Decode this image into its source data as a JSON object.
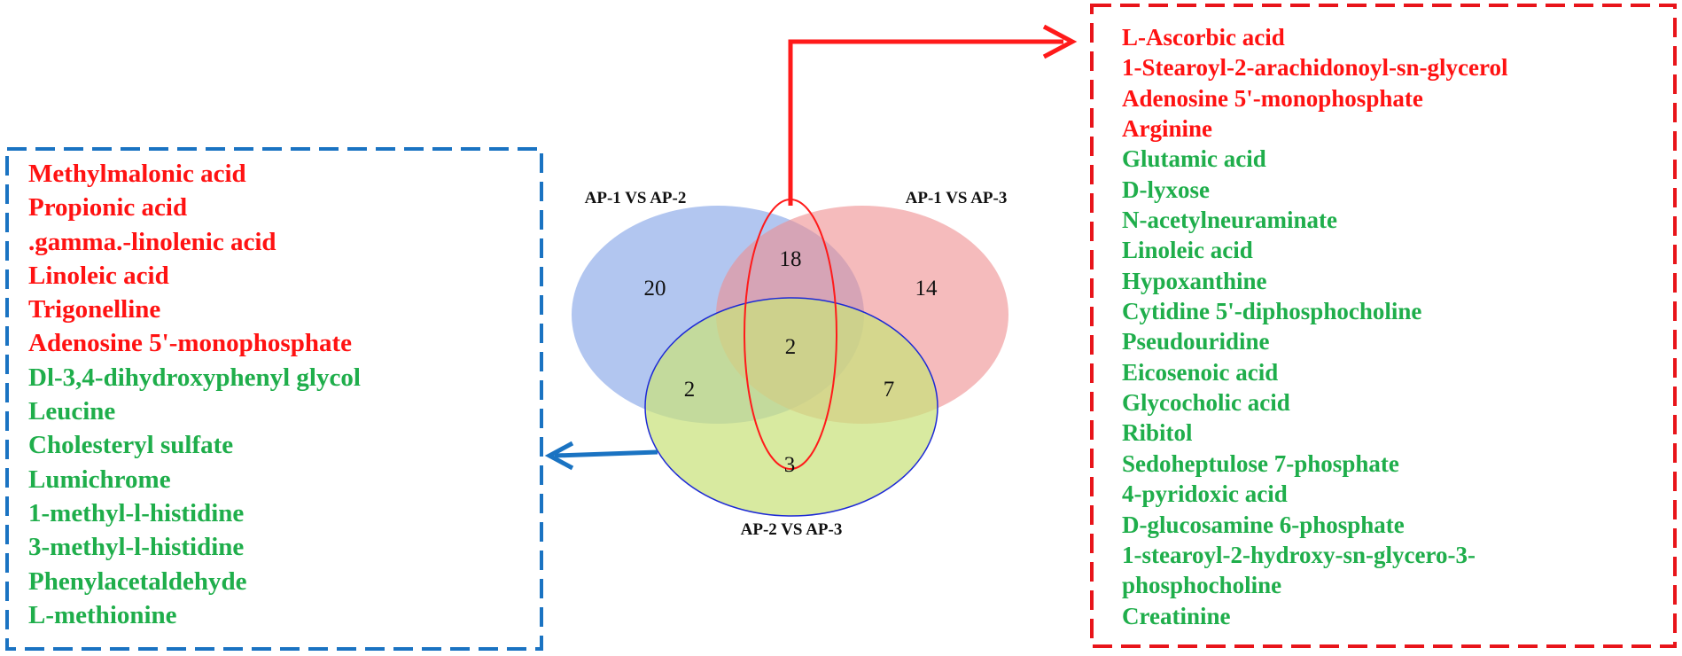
{
  "venn": {
    "sets": [
      {
        "label": "AP-1 VS AP-2",
        "color": "#7ea0e6"
      },
      {
        "label": "AP-1 VS AP-3",
        "color": "#ee8d8f"
      },
      {
        "label": "AP-2 VS AP-3",
        "color": "#c9e27c",
        "outline": "#1d2ad6"
      }
    ],
    "regions": {
      "ap1ap2_only": "20",
      "ap1ap3_only": "14",
      "ap2ap3_only": "3",
      "ap1ap2_and_ap1ap3": "18",
      "all_three": "2",
      "ap1ap2_and_ap2ap3": "2",
      "ap1ap3_and_ap2ap3": "7"
    },
    "highlight_color": "#ff1a1a"
  },
  "left_box": {
    "border_color": "#1a73c2",
    "items": [
      {
        "text": "Methylmalonic acid",
        "color": "red"
      },
      {
        "text": "Propionic acid",
        "color": "red"
      },
      {
        "text": ".gamma.-linolenic acid",
        "color": "red"
      },
      {
        "text": "Linoleic acid",
        "color": "red"
      },
      {
        "text": "Trigonelline",
        "color": "red"
      },
      {
        "text": "Adenosine 5'-monophosphate",
        "color": "red"
      },
      {
        "text": "Dl-3,4-dihydroxyphenyl glycol",
        "color": "green"
      },
      {
        "text": "Leucine",
        "color": "green"
      },
      {
        "text": "Cholesteryl sulfate",
        "color": "green"
      },
      {
        "text": "Lumichrome",
        "color": "green"
      },
      {
        "text": "1-methyl-l-histidine",
        "color": "green"
      },
      {
        "text": "3-methyl-l-histidine",
        "color": "green"
      },
      {
        "text": "Phenylacetaldehyde",
        "color": "green"
      },
      {
        "text": "L-methionine",
        "color": "green"
      }
    ]
  },
  "right_box": {
    "border_color": "#e8141a",
    "items": [
      {
        "text": "L-Ascorbic acid",
        "color": "red"
      },
      {
        "text": "1-Stearoyl-2-arachidonoyl-sn-glycerol",
        "color": "red"
      },
      {
        "text": "Adenosine 5'-monophosphate",
        "color": "red"
      },
      {
        "text": "Arginine",
        "color": "red"
      },
      {
        "text": "Glutamic acid",
        "color": "green"
      },
      {
        "text": "D-lyxose",
        "color": "green"
      },
      {
        "text": "N-acetylneuraminate",
        "color": "green"
      },
      {
        "text": "Linoleic acid",
        "color": "green"
      },
      {
        "text": "Hypoxanthine",
        "color": "green"
      },
      {
        "text": "Cytidine 5'-diphosphocholine",
        "color": "green"
      },
      {
        "text": "Pseudouridine",
        "color": "green"
      },
      {
        "text": "Eicosenoic acid",
        "color": "green"
      },
      {
        "text": "Glycocholic acid",
        "color": "green"
      },
      {
        "text": "Ribitol",
        "color": "green"
      },
      {
        "text": "Sedoheptulose 7-phosphate",
        "color": "green"
      },
      {
        "text": "4-pyridoxic acid",
        "color": "green"
      },
      {
        "text": "D-glucosamine 6-phosphate",
        "color": "green"
      },
      {
        "text": "1-stearoyl-2-hydroxy-sn-glycero-3-",
        "color": "green"
      },
      {
        "text": "phosphocholine",
        "color": "green"
      },
      {
        "text": "Creatinine",
        "color": "green"
      }
    ]
  }
}
